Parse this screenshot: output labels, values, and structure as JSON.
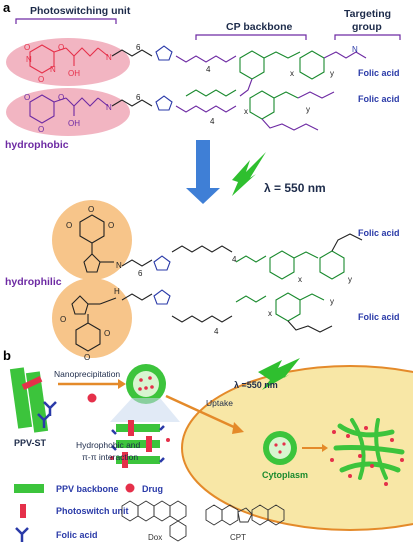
{
  "panel_a": {
    "label": "a",
    "header_photoswitching": "Photoswitching unit",
    "header_cp_backbone": "CP backbone",
    "header_targeting_line1": "Targeting",
    "header_targeting_line2": "group",
    "folic_acid": "Folic acid",
    "hydrophobic": "hydrophobic",
    "hydrophilic": "hydrophilic",
    "wavelength": "λ = 550 nm",
    "sub_4": "4",
    "sub_6": "6",
    "sub_x": "x",
    "sub_y": "y",
    "atom_O": "O",
    "atom_N": "N",
    "atom_OH": "OH",
    "atom_H": "H",
    "atom_NH": "H\nN"
  },
  "panel_b": {
    "label": "b",
    "ppv_st": "PPV-ST",
    "nanoprecipitation": "Nanoprecipitation",
    "uptake": "Uptake",
    "hydrophobic_and": "Hydrophobic and",
    "pi_interaction": "π-π interaction",
    "wavelength": "λ =550 nm",
    "cytoplasm": "Cytoplasm",
    "legend_ppv": "PPV backbone",
    "legend_drug": "Drug",
    "legend_photoswitch": "Photoswitch unit",
    "legend_folic": "Folic acid",
    "dox": "Dox",
    "cpt": "CPT"
  },
  "colors": {
    "pink_blob": "#f2b5c2",
    "orange_blob": "#f7c58a",
    "green": "#3cc43c",
    "red": "#e5304a",
    "blue_arrow": "#3f7fd6",
    "cell_fill": "#f8e7a6",
    "cell_edge": "#e48a2a",
    "purple": "#6d2aa3",
    "folic_blue": "#2a3aa8"
  }
}
